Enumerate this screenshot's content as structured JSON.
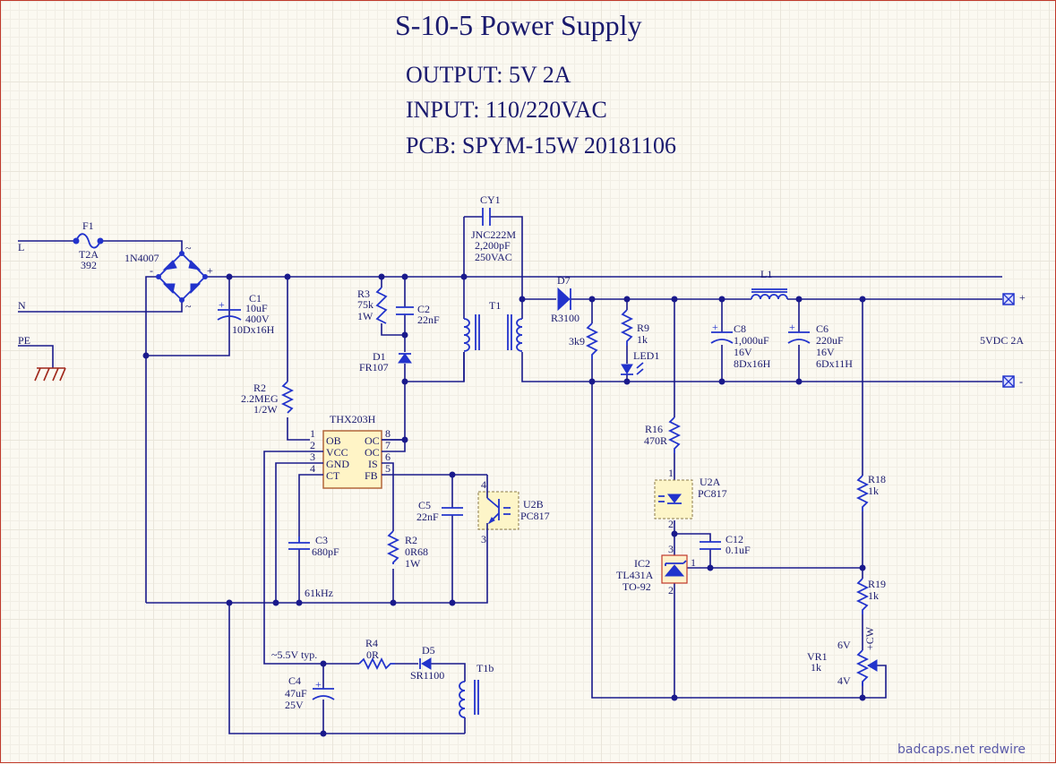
{
  "title": "S-10-5 Power Supply",
  "specs": {
    "output": "OUTPUT: 5V 2A",
    "input": "INPUT: 110/220VAC",
    "pcb": "PCB: SPYM-15W   20181106"
  },
  "inputs": {
    "L": "L",
    "N": "N",
    "PE": "PE"
  },
  "components": {
    "F1": {
      "ref": "F1",
      "v1": "T2A",
      "v2": "392"
    },
    "BR": {
      "ref": "1N4007",
      "ac": "~",
      "plus": "+",
      "minus": "-"
    },
    "C1": {
      "ref": "C1",
      "v1": "10uF",
      "v2": "400V",
      "v3": "10Dx16H"
    },
    "R2a": {
      "ref": "R2",
      "v1": "2.2MEG",
      "v2": "1/2W"
    },
    "R3": {
      "ref": "R3",
      "v1": "75k",
      "v2": "1W"
    },
    "C2": {
      "ref": "C2",
      "v1": "22nF"
    },
    "D1": {
      "ref": "D1",
      "v1": "FR107"
    },
    "CY1": {
      "ref": "CY1",
      "v1": "JNC222M",
      "v2": "2,200pF",
      "v3": "250VAC"
    },
    "T1": {
      "ref": "T1"
    },
    "U1": {
      "ref": "THX203H",
      "pins_left": [
        "OB",
        "VCC",
        "GND",
        "CT"
      ],
      "pins_right": [
        "OC",
        "OC",
        "IS",
        "FB"
      ],
      "nums_left": [
        "1",
        "2",
        "3",
        "4"
      ],
      "nums_right": [
        "8",
        "7",
        "6",
        "5"
      ]
    },
    "C5": {
      "ref": "C5",
      "v1": "22nF"
    },
    "U2B": {
      "ref": "U2B",
      "v1": "PC817",
      "pin_top": "4",
      "pin_bot": "3"
    },
    "C3": {
      "ref": "C3",
      "v1": "680pF"
    },
    "R2b": {
      "ref": "R2",
      "v1": "0R68",
      "v2": "1W"
    },
    "freq": "61kHz",
    "vcc_note": "~5.5V typ.",
    "R4": {
      "ref": "R4",
      "v1": "0R"
    },
    "D5": {
      "ref": "D5",
      "v1": "SR1100"
    },
    "T1b": {
      "ref": "T1b"
    },
    "C4": {
      "ref": "C4",
      "v1": "47uF",
      "v2": "25V"
    },
    "D7": {
      "ref": "D7",
      "v1": "R3100"
    },
    "R_3k9": {
      "v1": "3k9"
    },
    "R9": {
      "ref": "R9",
      "v1": "1k"
    },
    "LED1": {
      "ref": "LED1"
    },
    "L1": {
      "ref": "L1"
    },
    "C8": {
      "ref": "C8",
      "v1": "1,000uF",
      "v2": "16V",
      "v3": "8Dx16H"
    },
    "C6": {
      "ref": "C6",
      "v1": "220uF",
      "v2": "16V",
      "v3": "6Dx11H"
    },
    "R16": {
      "ref": "R16",
      "v1": "470R"
    },
    "U2A": {
      "ref": "U2A",
      "v1": "PC817",
      "pin_top": "1",
      "pin_bot": "2"
    },
    "C12": {
      "ref": "C12",
      "v1": "0.1uF"
    },
    "IC2": {
      "ref": "IC2",
      "v1": "TL431A",
      "v2": "TO-92",
      "p1": "1",
      "p2": "2",
      "p3": "3"
    },
    "R18": {
      "ref": "R18",
      "v1": "1k"
    },
    "R19": {
      "ref": "R19",
      "v1": "1k"
    },
    "VR1": {
      "ref": "VR1",
      "v1": "1k",
      "cw": "+CW",
      "hi": "6V",
      "lo": "4V"
    }
  },
  "output": {
    "label": "5VDC 2A",
    "plus": "+",
    "minus": "-"
  },
  "watermark": "badcaps.net  redwire"
}
